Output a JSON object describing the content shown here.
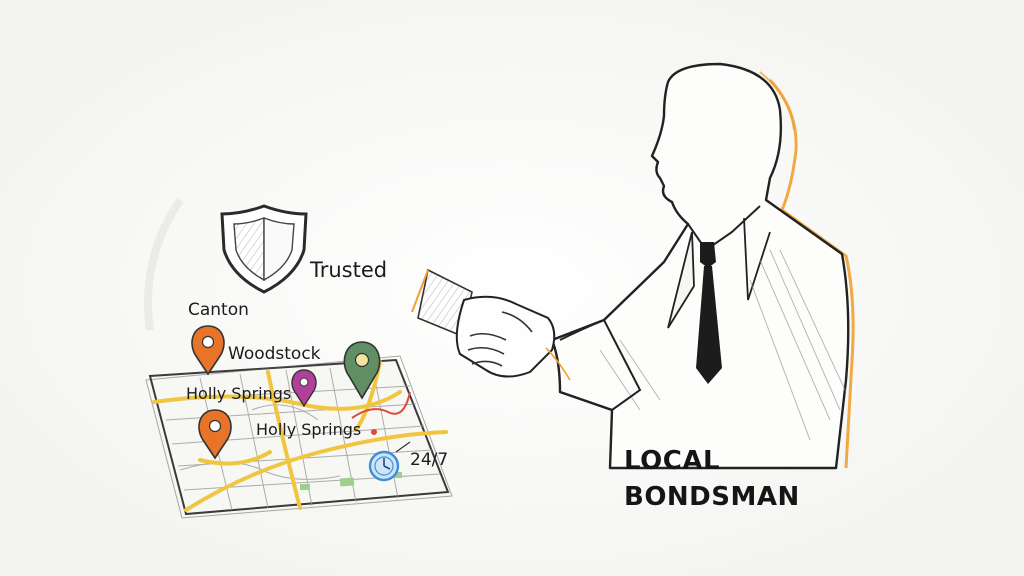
{
  "scene": {
    "badge_label": "Trusted",
    "availability_label": "24/7",
    "headline_line1": "LOCAL",
    "headline_line2": "BONDSMAN"
  },
  "map": {
    "places": [
      "Canton",
      "Woodstock",
      "Holly Springs",
      "Holly Springs"
    ]
  },
  "colors": {
    "pin_orange": "#e8742a",
    "pin_magenta": "#b0409a",
    "pin_green": "#5f8f63",
    "road_yellow": "#f0c640",
    "accent_orange": "#f0a030",
    "clock_blue": "#3d8fd8"
  },
  "icons": [
    "shield-icon",
    "location-pin-icon",
    "clock-icon",
    "handshake-illustration",
    "man-silhouette"
  ]
}
